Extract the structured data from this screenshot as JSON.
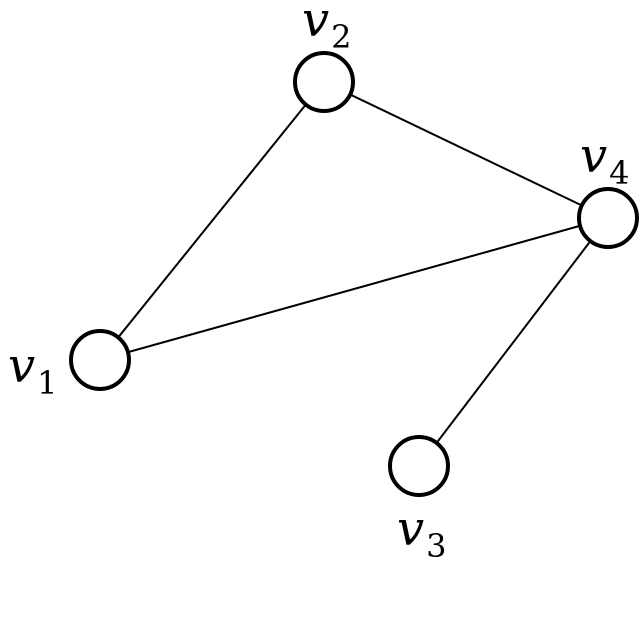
{
  "graph": {
    "nodes": [
      {
        "id": "v1",
        "label": "v",
        "subscript": "1"
      },
      {
        "id": "v2",
        "label": "v",
        "subscript": "2"
      },
      {
        "id": "v3",
        "label": "v",
        "subscript": "3"
      },
      {
        "id": "v4",
        "label": "v",
        "subscript": "4"
      }
    ],
    "edges": [
      {
        "from": "v1",
        "to": "v2"
      },
      {
        "from": "v1",
        "to": "v4"
      },
      {
        "from": "v2",
        "to": "v4"
      },
      {
        "from": "v4",
        "to": "v3"
      }
    ],
    "colors": {
      "stroke": "#000000",
      "node_fill": "#ffffff",
      "background": "#ffffff"
    }
  }
}
